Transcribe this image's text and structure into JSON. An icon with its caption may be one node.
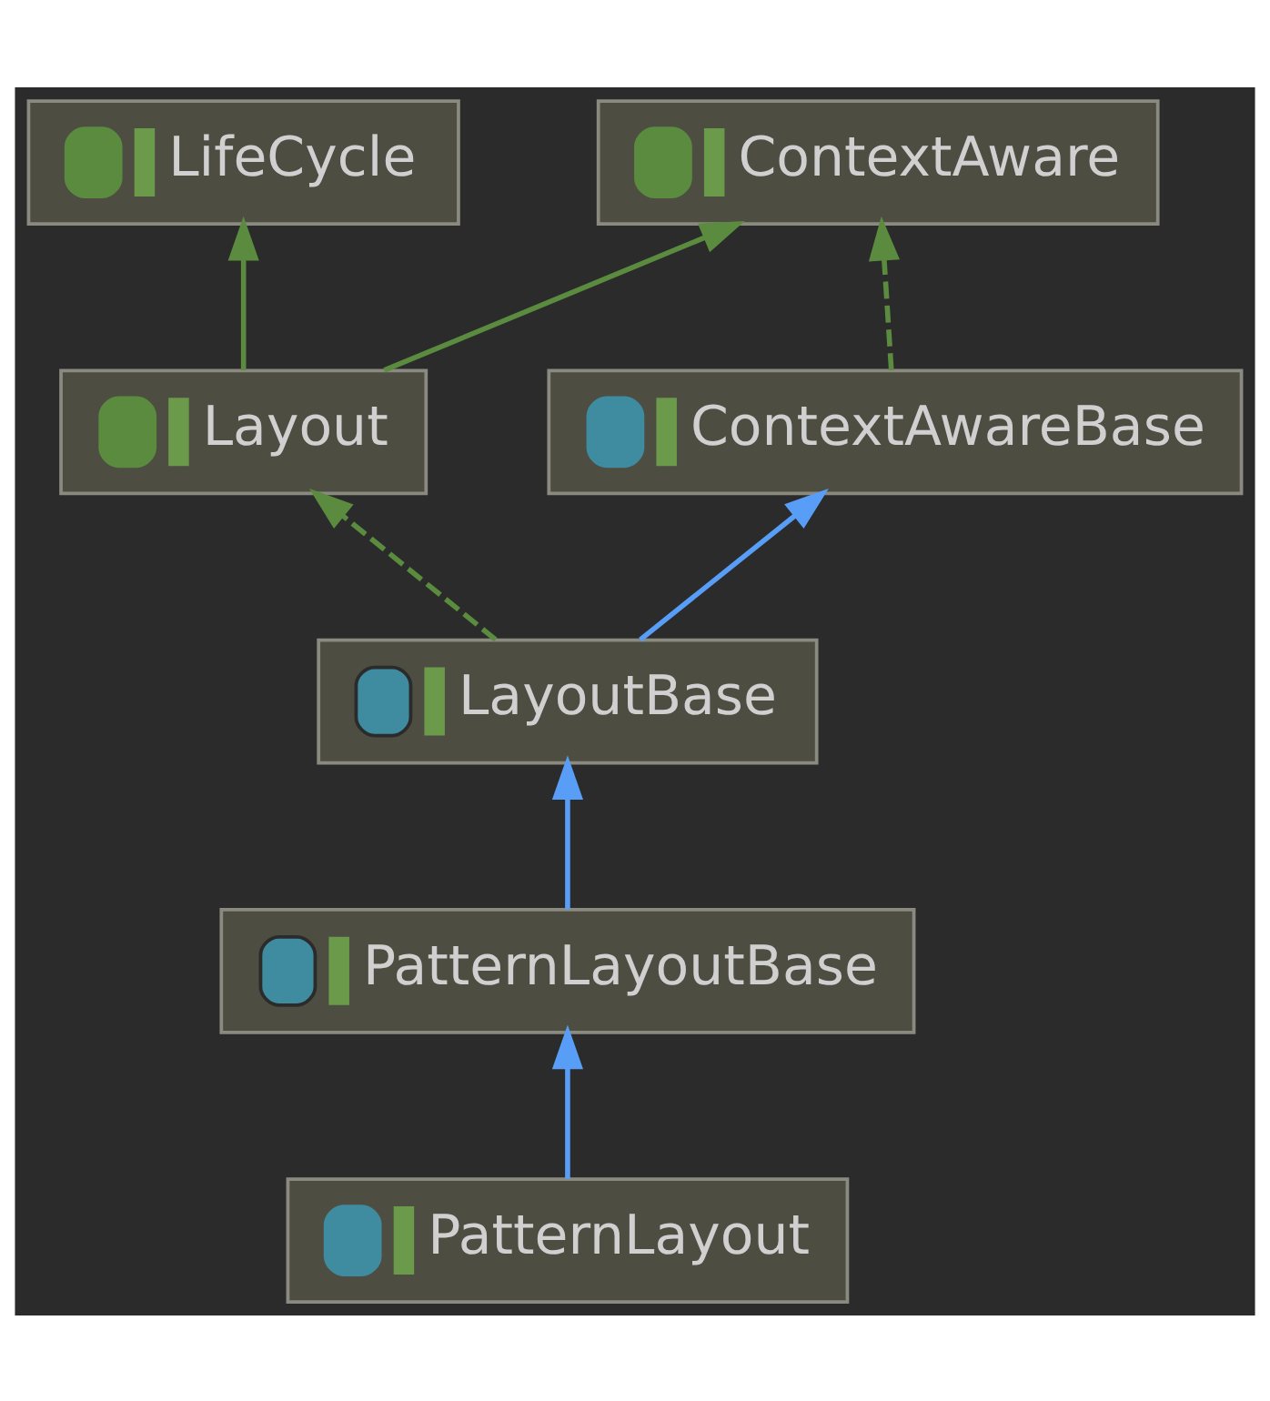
{
  "diagram": {
    "nodes": [
      {
        "text": [
          "LifeCycle"
        ]
      },
      {
        "text": [
          "ContextAware"
        ]
      },
      {
        "text": [
          "Layout"
        ]
      },
      {
        "text": [
          "ContextAwareBase"
        ]
      },
      {
        "text": [
          "LayoutBase"
        ]
      },
      {
        "text": [
          "PatternLayoutBase"
        ]
      },
      {
        "text": [
          "PatternLayout"
        ]
      }
    ],
    "edges": [
      {
        "from": 2,
        "to": 0,
        "arrow": "to"
      },
      {
        "from": 2,
        "to": 1,
        "arrow": "to"
      },
      {
        "from": 3,
        "to": 1,
        "arrow": "to",
        "style": "dashed"
      },
      {
        "from": 4,
        "to": 2,
        "arrow": "to",
        "style": "dashed"
      },
      {
        "from": 4,
        "to": 3,
        "arrow": "to",
        "color": "#589df6"
      },
      {
        "from": 5,
        "to": 4,
        "arrow": "to",
        "color": "#589df6"
      },
      {
        "from": 6,
        "to": 5,
        "arrow": "to",
        "color": "#589df6"
      }
    ]
  }
}
